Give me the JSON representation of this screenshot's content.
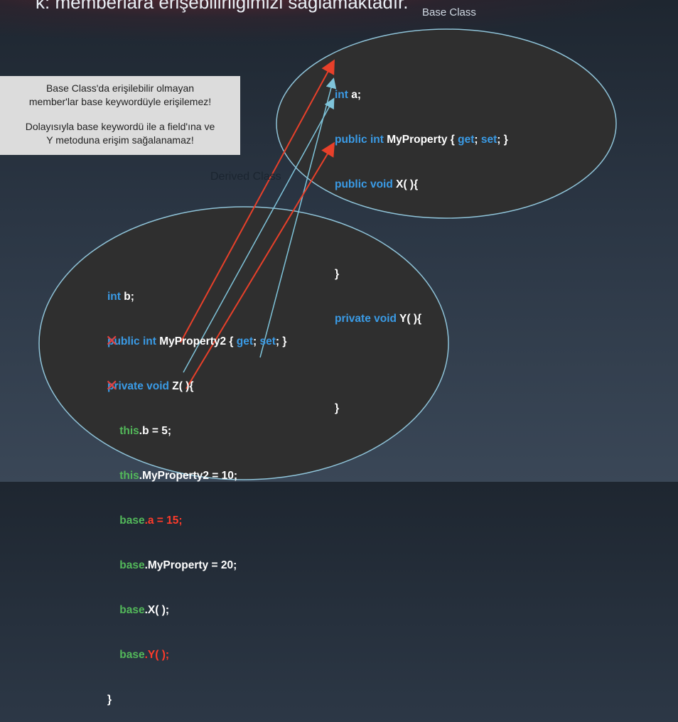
{
  "slide": {
    "heading_partial": "k: memberlara erişebilirliğimizi sağlamaktadır.",
    "base_class_label": "Base Class",
    "derived_class_label": "Derived Class",
    "note": {
      "line1": "Base Class'da erişilebilir olmayan",
      "line2": "member'lar base keywordüyle erişilemez!",
      "line3": "Dolayısıyla base keywordü ile a field'ına ve",
      "line4": "Y metoduna erişim sağalanamaz!"
    }
  },
  "base_code": {
    "l1_kw": "int",
    "l1_rest": " a;",
    "l2_kw": "public int",
    "l2_name": " MyProperty { ",
    "l2_get": "get",
    "l2_mid": "; ",
    "l2_set": "set",
    "l2_end": "; }",
    "l3_kw": "public void",
    "l3_rest": " X( ){",
    "l4": "",
    "l5": "}",
    "l6_kw": "private void",
    "l6_rest": " Y( ){",
    "l7": "",
    "l8": "}"
  },
  "derived_code": {
    "l1_kw": "int",
    "l1_rest": " b;",
    "l2_kw": "public int",
    "l2_name": " MyProperty2 { ",
    "l2_get": "get",
    "l2_mid": "; ",
    "l2_set": "set",
    "l2_end": "; }",
    "l3_kw": "private void",
    "l3_rest": " Z( ){",
    "l4_this": "this",
    "l4_rest": ".b = 5;",
    "l5_this": "this",
    "l5_rest": ".MyProperty2 = 10;",
    "l6_base": "base",
    "l6_rest": ".a = 15;",
    "l7_base": "base",
    "l7_rest": ".MyProperty = 20;",
    "l8_base": "base",
    "l8_rest": ".X( );",
    "l9_base": "base",
    "l9_rest": ".Y( );",
    "l10": "}"
  },
  "icons": {
    "invalid": "cross-icon"
  },
  "colors": {
    "keyword": "#3a9be6",
    "this_base": "#53b85a",
    "error": "#ff3b2a",
    "arrow_red": "#e8402a",
    "arrow_blue": "#7fc4da",
    "ellipse_fill": "#2f2f2f",
    "ellipse_stroke": "#8fc3d8"
  }
}
